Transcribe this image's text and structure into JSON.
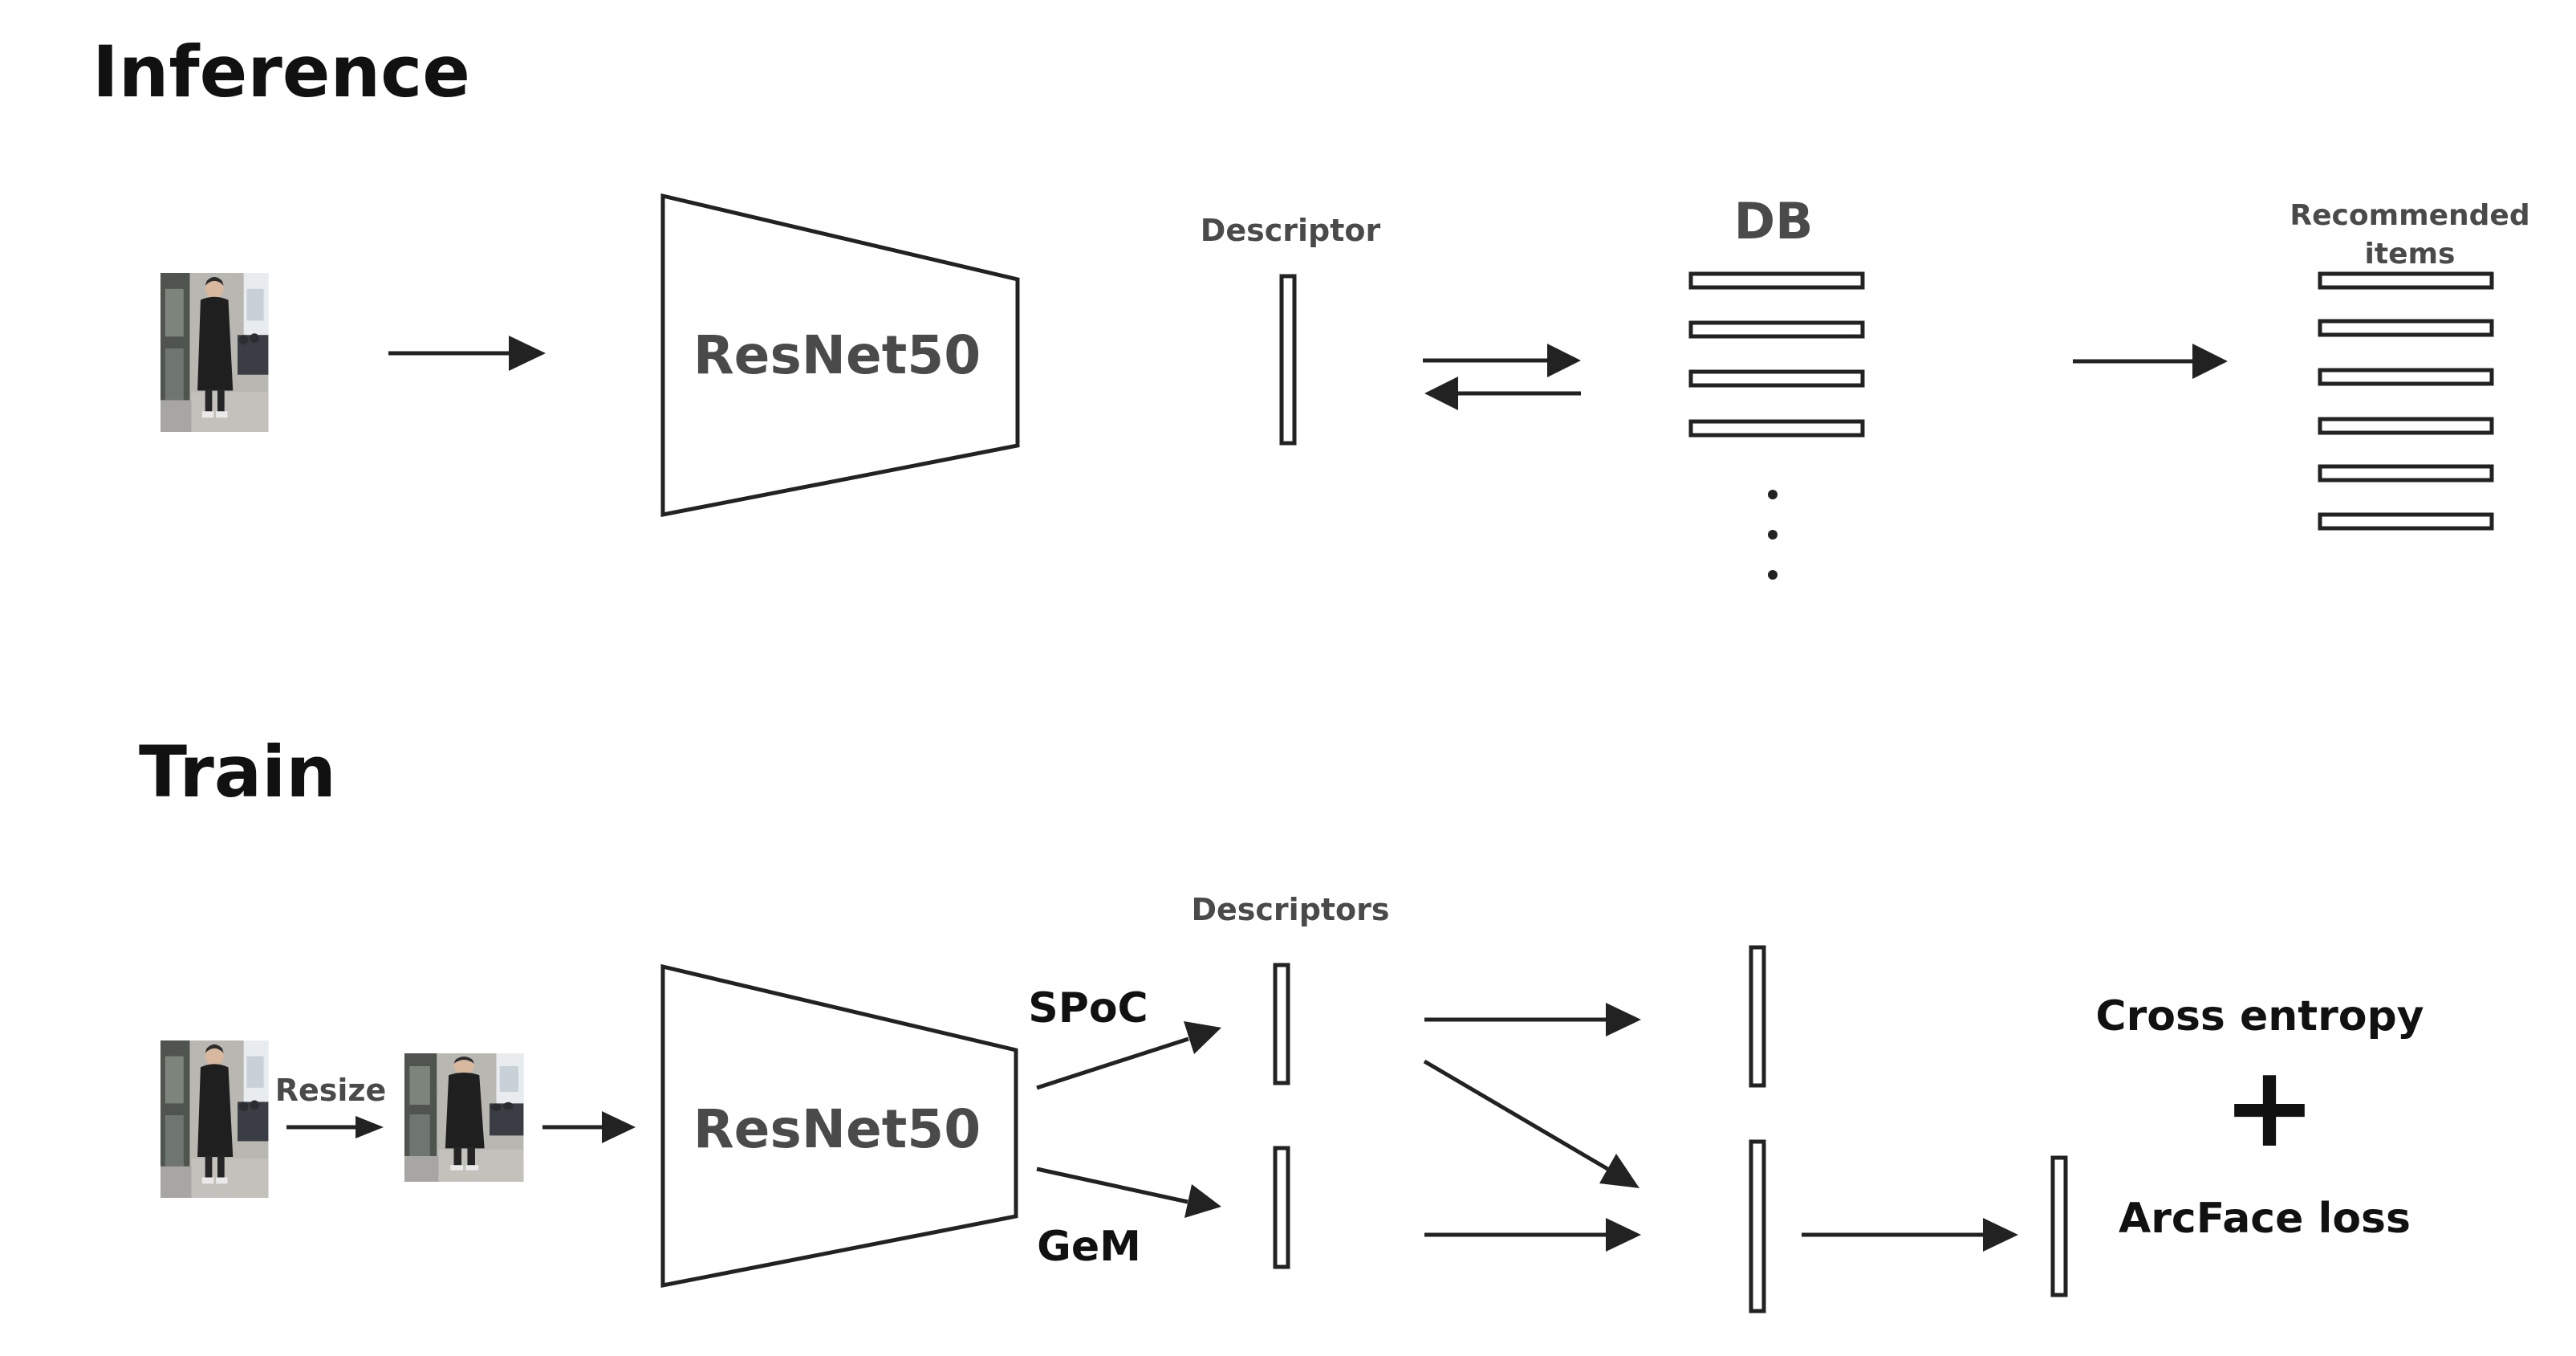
{
  "inference": {
    "title": "Inference",
    "model_label": "ResNet50",
    "descriptor_label": "Descriptor",
    "db_label": "DB",
    "recommended_label_line1": "Recommended",
    "recommended_label_line2": "items"
  },
  "train": {
    "title": "Train",
    "resize_label": "Resize",
    "model_label": "ResNet50",
    "spoc_label": "SPoC",
    "gem_label": "GeM",
    "descriptors_label": "Descriptors",
    "loss_label_1": "Cross entropy",
    "plus_symbol": "+",
    "loss_label_2": "ArcFace loss"
  },
  "colors": {
    "stroke": "#222222",
    "label_grey": "#4a4a4a",
    "title": "#111111"
  }
}
